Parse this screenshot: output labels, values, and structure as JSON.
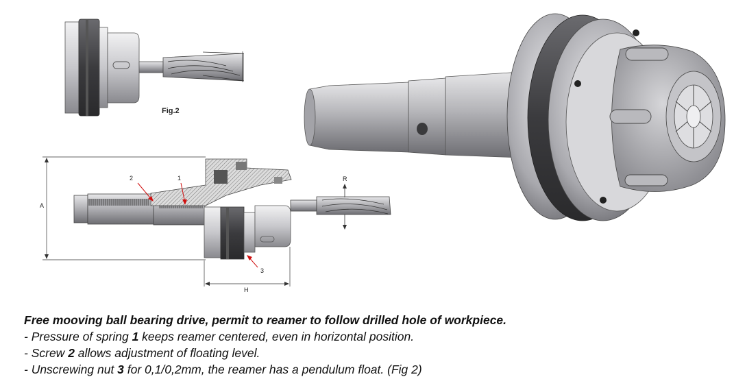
{
  "figure": {
    "fig_caption": "Fig.2",
    "labels": {
      "screw": "2",
      "spring": "1",
      "nut": "3",
      "diameter": "A",
      "length": "H",
      "radial": "R"
    }
  },
  "description": {
    "headline": "Free mooving ball bearing drive, permit to reamer to follow drilled hole of workpiece.",
    "points": [
      {
        "prefix": "- Pressure of spring ",
        "bold": "1",
        "suffix": " keeps reamer centered, even in horizontal position."
      },
      {
        "prefix": "- Screw ",
        "bold": "2",
        "suffix": " allows adjustment of floating level."
      },
      {
        "prefix": "- Unscrewing nut ",
        "bold": "3",
        "suffix": " for 0,1/0,2mm, the reamer has a pendulum float. (Fig 2)"
      }
    ]
  }
}
